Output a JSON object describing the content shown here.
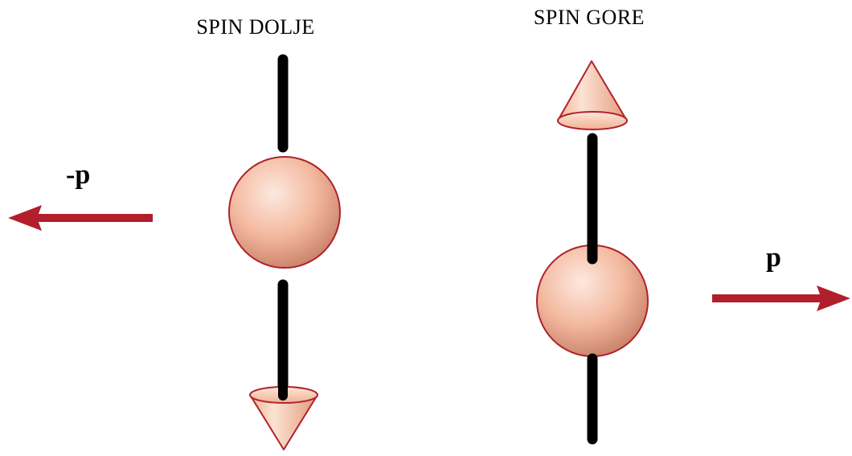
{
  "particles": [
    {
      "title": "SPIN DOLJE",
      "momentum_label": "-p",
      "spin_direction": "down",
      "momentum_direction": "left"
    },
    {
      "title": "SPIN GORE",
      "momentum_label": "p",
      "spin_direction": "up",
      "momentum_direction": "right"
    }
  ],
  "colors": {
    "axis": "#000000",
    "arrow": "#b21e2c",
    "sphere_light": "#fde9de",
    "sphere_mid": "#f3b99f",
    "sphere_dark": "#c9826a",
    "sphere_outline": "#b0222c",
    "cone_light": "#fce3d4",
    "cone_dark": "#e9a98c"
  }
}
